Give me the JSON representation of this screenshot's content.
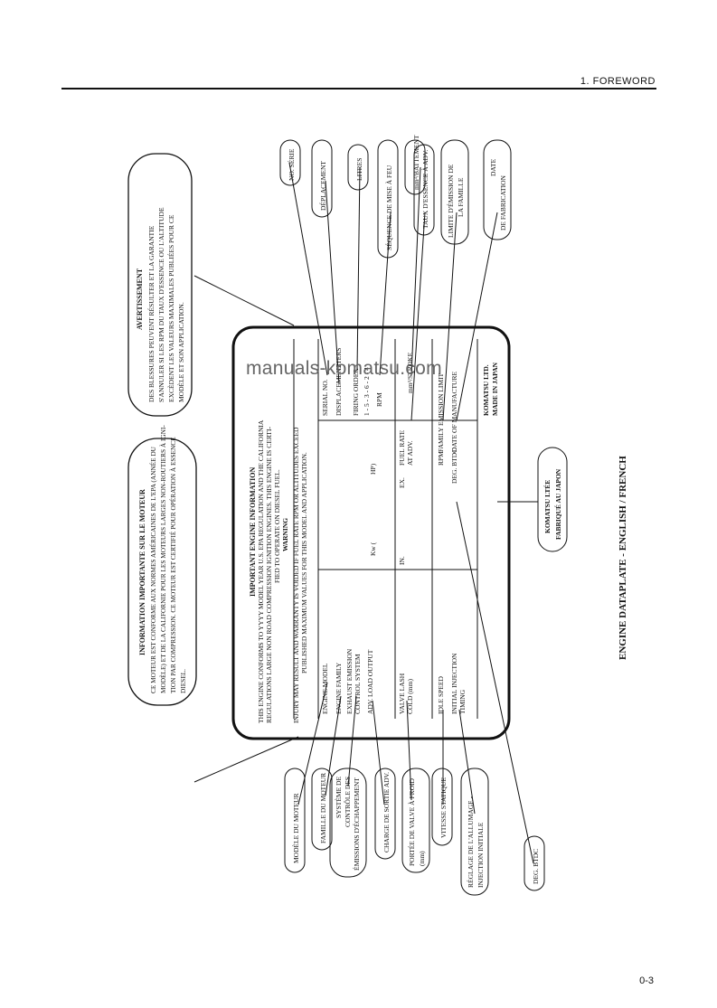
{
  "header": {
    "section_title": "1.  FOREWORD"
  },
  "footer": {
    "page_number": "0-3"
  },
  "watermark": "manuals-komatsu.com",
  "caption": "ENGINE DATAPLATE - ENGLISH / FRENCH",
  "plate": {
    "title": "IMPORTANT ENGINE INFORMATION",
    "line1": "THIS ENGINE CONFORMS TO YYYY MODEL YEAR U.S. EPA REGULATION AND THE CALIFORNIA",
    "line2": "REGULATIONS LARGE NON ROAD COMPRESSION IGNITION ENGINES. THIS ENGINE IS CERTI-",
    "line3": "FIED TO OPERATE ON DIESEL FUEL.",
    "warning": "WARNING",
    "warn1": "INJURY MAY RESULT AND WARRANTY IS VOIDED IF FUEL RATE RPM OR ALTITUDES EXCEED",
    "warn2": "PUBLISHED MAXIMUM VALUES FOR THIS MODEL AND APPLICATION.",
    "engine_model": "ENGINE MODEL",
    "serial_no": "SERIAL NO.",
    "engine_family": "ENGINE FAMILY",
    "displacement": "DISPLACEMENT",
    "liters": "LITERS",
    "exhaust": "EXHAUST EMISSION",
    "control_system": "CONTROL SYSTEM",
    "adv_load": "ADV. LOAD OUTPUT",
    "kw": "Kw (",
    "hp": "HP)",
    "rpm": "RPM",
    "firing_order": "FIRING ORDER",
    "firing_seq": "1 - 5 - 3 - 6 - 2 - 4",
    "valve_lash": "VALVE LASH",
    "cold_mm": "COLD (mm)",
    "in": "IN.",
    "ex": "EX.",
    "fuel_rate": "FUEL RATE",
    "at_adv": "AT ADV.",
    "mm3_stroke": "mm³/STROKE",
    "idle_speed": "IDLE SPEED",
    "rpm2": "RPM",
    "family_limit": "FAMILY EMISSION LIMIT",
    "initial_injection": "INITIAL INJECTION",
    "timing": "TIMING",
    "deg_btdc": "DEG. BTDC",
    "date_mfg": "DATE OF MANUFACTURE",
    "komatsu_ltd": "KOMATSU LTD.",
    "made_in_japan": "MADE IN JAPAN"
  },
  "callouts": {
    "avertissement_title": "AVERTISSEMENT",
    "avertissement_lines": [
      "DES BLESSURES PEUVENT RÉSULTER ET LA GARANTIE",
      "S'ANNULER SI LES RPM DU TAUX D'ESSENCE OU L'ALTITUDE",
      "EXCÈDENT LES VALEURS MAXIMALES PUBLIÉES POUR CE",
      "MODÈLE ET SON APPLICATION."
    ],
    "information_title": "INFORMATION IMPORTANTE SUR LE MOTEUR",
    "information_lines": [
      "CE MOTEUR EST CONFORME AUX NORMES AMÉRICAINES DE L'EPA (ANNÉE DU",
      "MODÈLE) ET DE LA CALIFORNIE POUR LES MOTEURS LARGES NON-ROUTIERS À IGNI-",
      "TION PAR COMPRESSION. CE MOTEUR EST CERTIFIÉ POUR OPÉRATION À ESSENCE",
      "DIESEL."
    ],
    "no_serie": "NO. SÉRIE",
    "deplacement": "DÉPLACEMENT",
    "litres": "LITRES",
    "sequence": "SÉQUENCE DE MISE À FEU",
    "mm3_battement": "mm³/BATTEMENT",
    "taux_essence": "TAUX D'ESSENCE À ADV.",
    "limite_emission_1": "LIMITE D'ÉMISSION DE",
    "limite_emission_2": "LA FAMILLE",
    "date_1": "DATE",
    "date_2": "DE FABRICATION",
    "komatsu_1": "KOMATSU LTÉE",
    "komatsu_2": "FABRIQUÉ AU JAPON",
    "modele": "MODÈLE DU MOTEUR",
    "famille": "FAMILLE DU MOTEUR",
    "systeme_1": "SYSTÈME DE",
    "systeme_2": "CONTRÔLE DES",
    "systeme_3": "ÉMISSIONS D'ÉCHAPPEMENT",
    "charge": "CHARGE DE SORTIE ADV.",
    "portee_1": "PORTÉE DE VALVE À FROID",
    "portee_2": "(mm)",
    "vitesse": "VITESSE STATIQUE",
    "reglage_1": "RÉGLAGE DE L'ALLUMAGE -",
    "reglage_2": "INJECTION INITIALE",
    "deg_btdc": "DEG. BTDC"
  }
}
